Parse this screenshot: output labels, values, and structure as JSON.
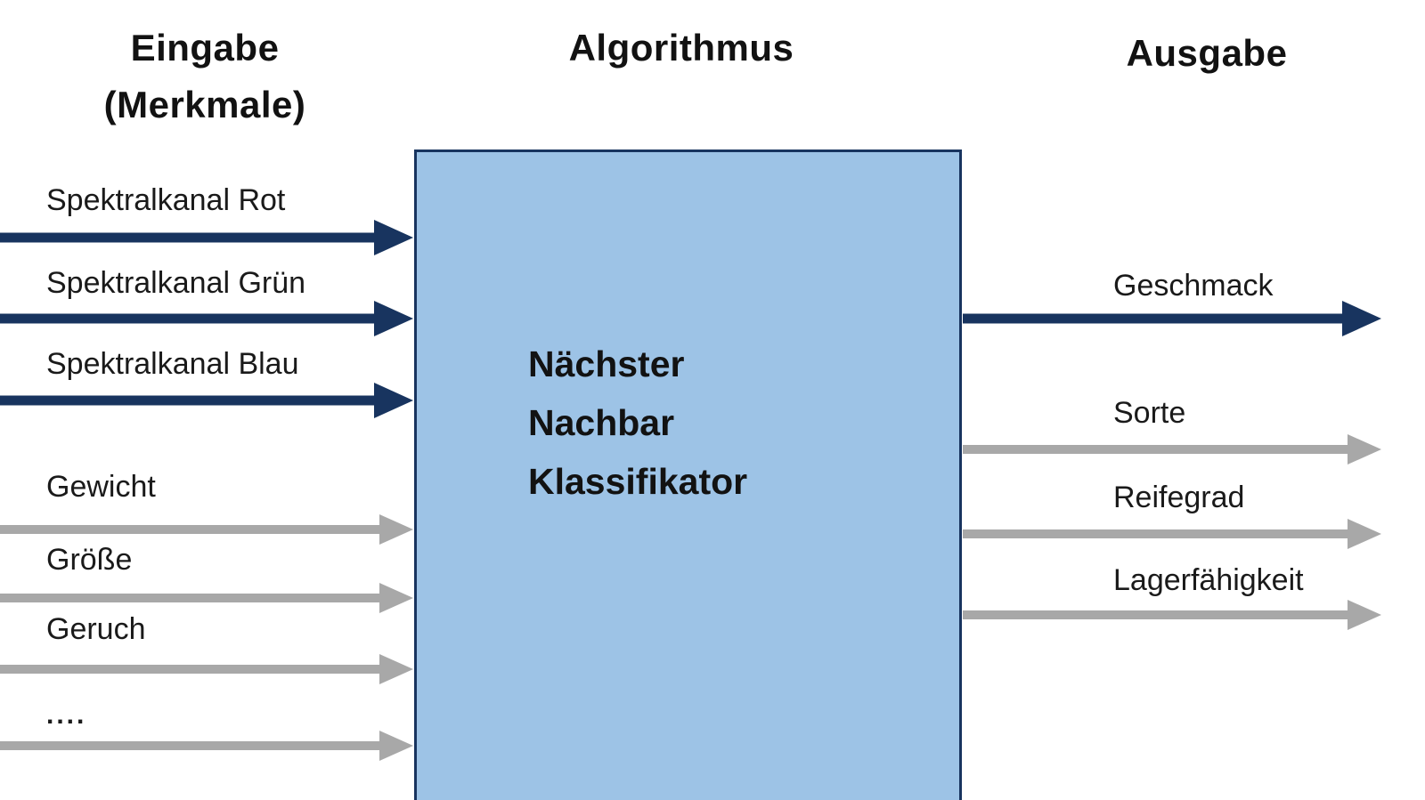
{
  "headers": {
    "input": "Eingabe\n(Merkmale)",
    "algorithm": "Algorithmus",
    "output": "Ausgabe"
  },
  "algorithm_box": {
    "label": "Nächster\nNachbar\nKlassifikator"
  },
  "inputs": [
    {
      "label": "Spektralkanal Rot",
      "arrow_color": "navy"
    },
    {
      "label": "Spektralkanal Grün",
      "arrow_color": "navy"
    },
    {
      "label": "Spektralkanal Blau",
      "arrow_color": "navy"
    },
    {
      "label": "Gewicht",
      "arrow_color": "gray"
    },
    {
      "label": "Größe",
      "arrow_color": "gray"
    },
    {
      "label": "Geruch",
      "arrow_color": "gray"
    },
    {
      "label": "....",
      "arrow_color": "gray"
    }
  ],
  "outputs": [
    {
      "label": "Geschmack",
      "arrow_color": "navy"
    },
    {
      "label": "Sorte",
      "arrow_color": "gray"
    },
    {
      "label": "Reifegrad",
      "arrow_color": "gray"
    },
    {
      "label": "Lagerfähigkeit",
      "arrow_color": "gray"
    }
  ],
  "colors": {
    "arrow_navy": "#18345f",
    "arrow_gray": "#a8a8a8",
    "box_fill": "#9dc3e6",
    "box_border": "#18345f",
    "text": "#161616"
  }
}
